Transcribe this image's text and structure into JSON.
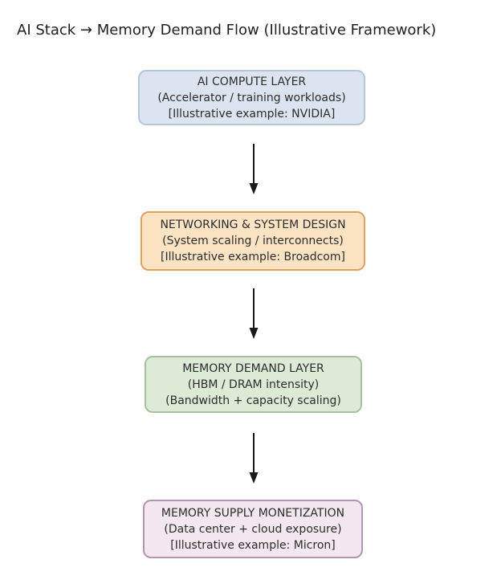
{
  "page": {
    "title": "AI Stack → Memory Demand Flow (Illustrative Framework)"
  },
  "diagram": {
    "type": "flowchart",
    "direction": "top-down",
    "arrow_color": "#1a1a1a",
    "text_color": "#2d2d2d",
    "nodes": [
      {
        "id": "ai-compute-layer",
        "lines": [
          "AI COMPUTE LAYER",
          "(Accelerator / training workloads)",
          "[Illustrative example: NVIDIA]"
        ],
        "fill": "#dbe4f0",
        "border": "#b6c5d9"
      },
      {
        "id": "networking-system-design",
        "lines": [
          "NETWORKING & SYSTEM DESIGN",
          "(System scaling / interconnects)",
          "[Illustrative example: Broadcom]"
        ],
        "fill": "#fce3c3",
        "border": "#e0a15f"
      },
      {
        "id": "memory-demand-layer",
        "lines": [
          "MEMORY DEMAND LAYER",
          "(HBM / DRAM intensity)",
          "(Bandwidth + capacity scaling)"
        ],
        "fill": "#dcead6",
        "border": "#a8bfa0"
      },
      {
        "id": "memory-supply-monetization",
        "lines": [
          "MEMORY SUPPLY MONETIZATION",
          "(Data center + cloud exposure)",
          "[Illustrative example: Micron]"
        ],
        "fill": "#f3e7f1",
        "border": "#b394b3"
      }
    ],
    "edges": [
      {
        "from": "ai-compute-layer",
        "to": "networking-system-design"
      },
      {
        "from": "networking-system-design",
        "to": "memory-demand-layer"
      },
      {
        "from": "memory-demand-layer",
        "to": "memory-supply-monetization"
      }
    ]
  }
}
